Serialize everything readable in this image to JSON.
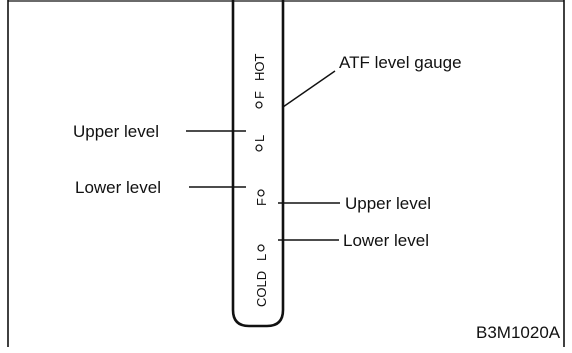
{
  "gauge": {
    "name": "ATF level gauge",
    "hot_scale": {
      "label": "HOT",
      "upper": "F",
      "lower": "L"
    },
    "cold_scale": {
      "label": "COLD",
      "upper": "F",
      "lower": "L"
    }
  },
  "callouts": {
    "gauge": "ATF level gauge",
    "hot_upper": "Upper level",
    "hot_lower": "Lower level",
    "cold_upper": "Upper level",
    "cold_lower": "Lower level"
  },
  "figure_id": "B3M1020A",
  "colors": {
    "ink": "#111111",
    "background": "#ffffff"
  }
}
